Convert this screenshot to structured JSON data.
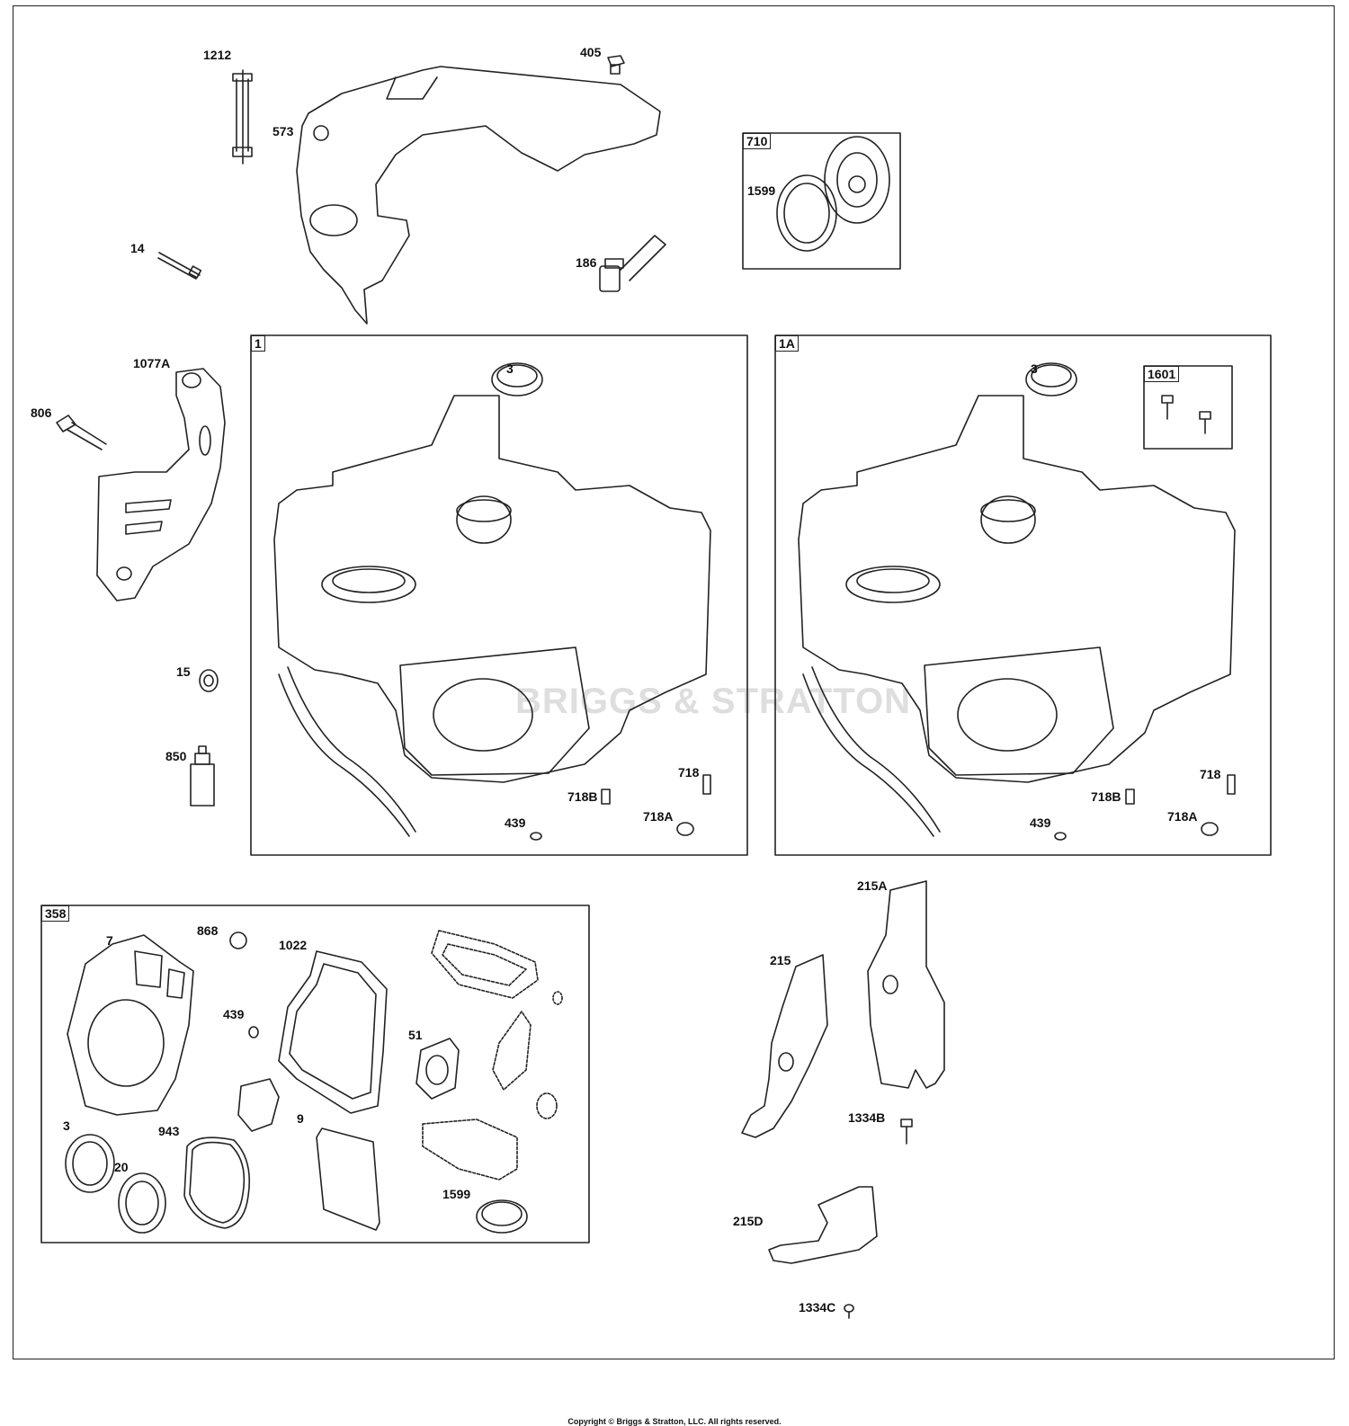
{
  "copyright": "Copyright © Briggs & Stratton, LLC. All rights reserved.",
  "watermark": "BRIGGS & STRATTON",
  "groups": {
    "g1": "1",
    "g1a": "1A",
    "g710": "710",
    "g1601": "1601",
    "g358": "358"
  },
  "labels": {
    "l1212": "1212",
    "l405": "405",
    "l573": "573",
    "l14": "14",
    "l186": "186",
    "l1599_kit": "1599",
    "l1077a": "1077A",
    "l806": "806",
    "l15": "15",
    "l850": "850",
    "l3_block1": "3",
    "l718_block1": "718",
    "l718b_block1": "718B",
    "l718a_block1": "718A",
    "l439_block1": "439",
    "l3_block1a": "3",
    "l718_block1a": "718",
    "l718b_block1a": "718B",
    "l718a_block1a": "718A",
    "l439_block1a": "439",
    "l7": "7",
    "l868": "868",
    "l1022": "1022",
    "l439_gasket": "439",
    "l51": "51",
    "l3_gasket": "3",
    "l20": "20",
    "l943": "943",
    "l9": "9",
    "l1599_gasket": "1599",
    "l215a": "215A",
    "l215": "215",
    "l1334b": "1334B",
    "l215d": "215D",
    "l1334c": "1334C"
  }
}
